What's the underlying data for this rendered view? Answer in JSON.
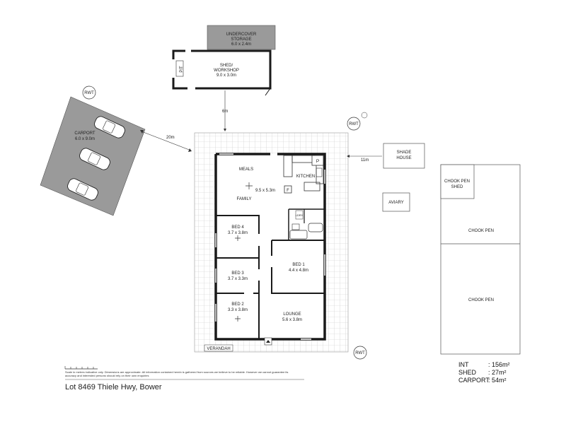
{
  "title": "Lot 8469 Thiele Hwy, Bower",
  "disclaimer": "Scale in metres indicative only. Dimensions are approximate. All information contained herein is gathered from sources we believe to be reliable. However we cannot guarantee its accuracy and interested persons should rely on their own enquiries",
  "labels": {
    "undercover_storage": "UNDERCOVER",
    "undercover_storage2": "STORAGE",
    "undercover_dims": "6.0 x 2.4m",
    "shed": "SHED/",
    "shed2": "WORKSHOP",
    "shed_dims": "9.0 x 3.0m",
    "pit": "PIT",
    "carport": "CARPORT",
    "carport_dims": "6.0 x 9.0m",
    "rwt_carport": "RWT",
    "rwt_top": "RWT",
    "rwt_bottom": "RWT",
    "dist_shed": "6m",
    "dist_carport": "20m",
    "dist_shade": "11m",
    "shade_house": "SHADE",
    "shade_house2": "HOUSE",
    "aviary": "AVIARY",
    "chook_pen_shed": "CHOOK PEN",
    "chook_pen_shed2": "SHED",
    "chook_pen_1": "CHOOK PEN",
    "chook_pen_2": "CHOOK PEN",
    "verandah": "VERANDAH",
    "meals": "MEALS",
    "kitchen": "KITCHEN",
    "family": "FAMILY",
    "family_dims": "9.5 x 5.3m",
    "pantry": "P",
    "fridge": "F",
    "laundry": "LDRY",
    "bed4": "BED 4",
    "bed4_dims": "3.7 x 3.8m",
    "bed3": "BED 3",
    "bed3_dims": "3.7 x 3.3m",
    "bed2": "BED 2",
    "bed2_dims": "3.3 x 3.8m",
    "bed1": "BED 1",
    "bed1_dims": "4.4 x 4.8m",
    "lounge": "LOUNGE",
    "lounge_dims": "5.6 x 3.8m"
  },
  "areas": [
    {
      "key": "INT",
      "value": ": 156m²"
    },
    {
      "key": "SHED",
      "value": ": 27m²"
    },
    {
      "key": "CARPORT",
      "value": ": 54m²"
    }
  ],
  "colors": {
    "wall": "#1a1a1a",
    "grid": "#c8c8c8",
    "carport_fill": "#9a9a9a",
    "storage_fill": "#9a9a9a"
  }
}
